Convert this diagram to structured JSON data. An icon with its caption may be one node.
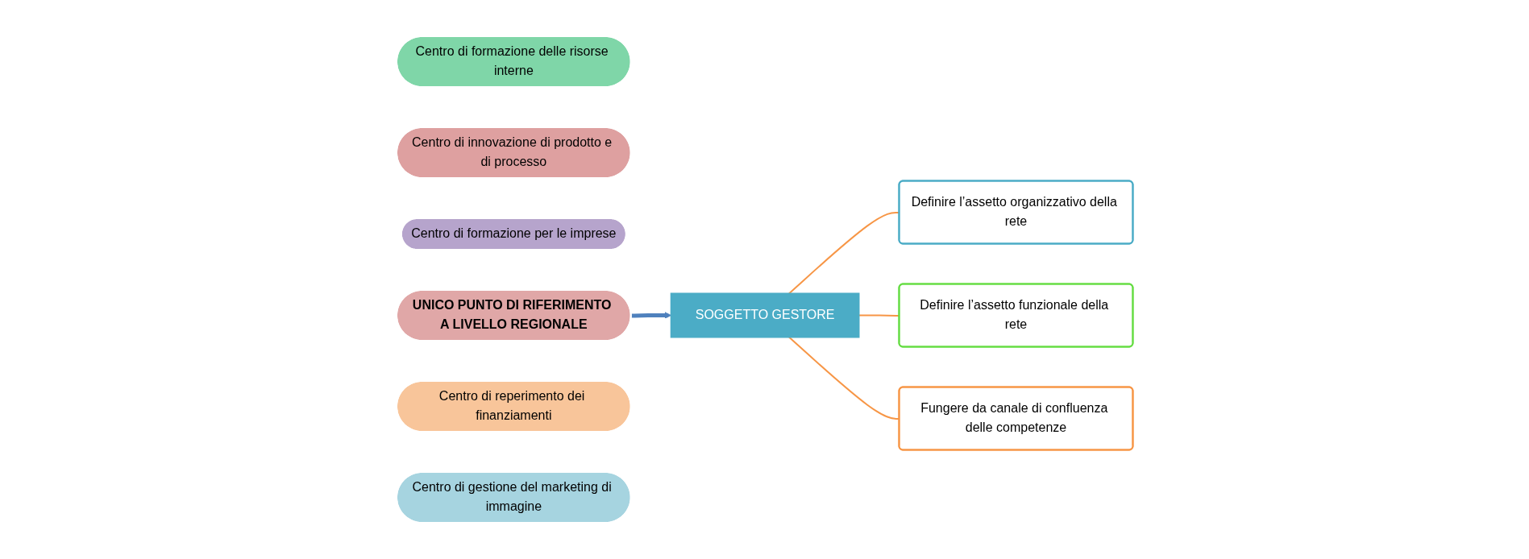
{
  "diagram": {
    "nodes": [
      {
        "text": [
          "SOGGETTO GESTORE"
        ]
      },
      {
        "text": [
          "Definire l’assetto organizzativo della rete"
        ]
      },
      {
        "text": [
          "Definire l’assetto funzionale della rete"
        ]
      },
      {
        "text": [
          "Fungere da canale di confluenza delle competenze"
        ]
      },
      {
        "text": [
          "Centro di formazione delle risorse interne"
        ]
      },
      {
        "text": [
          "Centro di innovazione di prodotto e di processo"
        ]
      },
      {
        "text": [
          "Centro di formazione per le imprese"
        ]
      },
      {
        "text": [
          "UNICO PUNTO DI RIFERIMENTO A LIVELLO REGIONALE"
        ]
      },
      {
        "text": [
          "Centro di reperimento dei finanziamenti"
        ]
      },
      {
        "text": [
          "Centro di gestione del marketing di immagine"
        ]
      }
    ],
    "edges": [
      {
        "from": 0,
        "to": 1,
        "arrow": "none"
      },
      {
        "from": 0,
        "to": 2,
        "arrow": "none"
      },
      {
        "from": 0,
        "to": 3,
        "arrow": "none"
      },
      {
        "from": 7,
        "to": 0,
        "arrow": "to",
        "style": "thick",
        "color": "#4f81bd"
      }
    ]
  }
}
